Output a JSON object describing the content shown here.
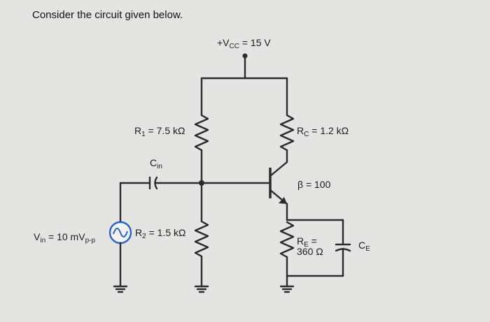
{
  "prompt": "Consider the circuit given below.",
  "labels": {
    "vcc": {
      "main": "+V",
      "sub": "CC",
      "rest": " = 15 V"
    },
    "r1": {
      "main": "R",
      "sub": "1",
      "rest": " = 7.5 kΩ"
    },
    "rc": {
      "main": "R",
      "sub": "C",
      "rest": " = 1.2 kΩ"
    },
    "cin": {
      "main": "C",
      "sub": "in"
    },
    "beta": "β = 100",
    "vin": {
      "main": "V",
      "sub": "in",
      "rest": " = 10 mV",
      "sub2": "p-p"
    },
    "r2": {
      "main": "R",
      "sub": "2",
      "rest": " = 1.5 kΩ"
    },
    "re": {
      "main": "R",
      "sub": "E",
      "rest": " =",
      "line2": "360 Ω"
    },
    "ce": {
      "main": "C",
      "sub": "E"
    }
  },
  "colors": {
    "wire": "#2b2b2b",
    "source": "#2a62c9",
    "background": "#e4e4e2"
  }
}
